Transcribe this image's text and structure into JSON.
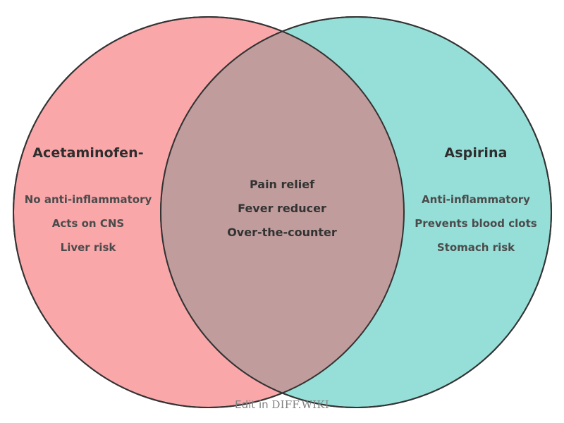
{
  "diagram": {
    "type": "venn",
    "background": "#ffffff",
    "stroke_color": "#333333",
    "left_set": {
      "title": "Acetaminofen-",
      "fill": "#faa7aa",
      "title_color": "#2e2e2e",
      "item_color": "#4b4b4b",
      "items": [
        "No anti-inflammatory",
        "Acts on CNS",
        "Liver risk"
      ]
    },
    "right_set": {
      "title": "Aspirina",
      "fill": "#96dfd8",
      "title_color": "#2e2e2e",
      "item_color": "#4b4b4b",
      "items": [
        "Anti-inflammatory",
        "Prevents blood clots",
        "Stomach risk"
      ]
    },
    "intersection": {
      "fill": "#c09c9c",
      "item_color": "#333333",
      "items": [
        "Pain relief",
        "Fever reducer",
        "Over-the-counter"
      ]
    }
  },
  "footer": {
    "prefix": "Edit in ",
    "brand": "DIFF.WIKI",
    "color": "#808080"
  }
}
